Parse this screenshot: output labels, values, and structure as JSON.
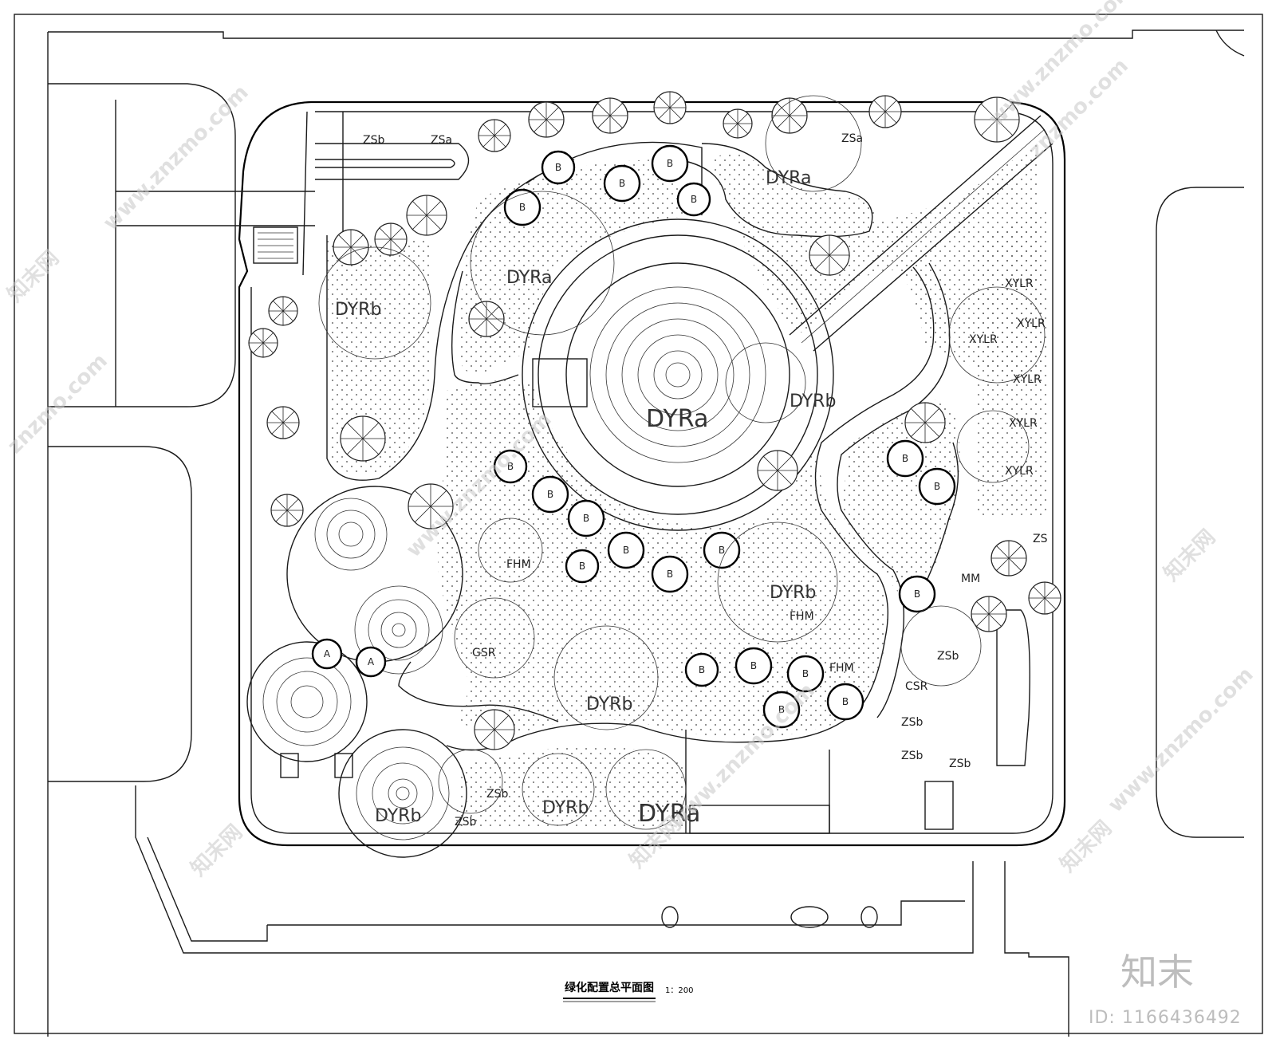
{
  "drawing": {
    "title": "绿化配置总平面图",
    "scale": "1：200"
  },
  "zone_labels": [
    "DYRa",
    "DYRb",
    "FHM",
    "GSR",
    "ZSa",
    "ZSb",
    "XYLR",
    "MM",
    "ZS",
    "CSR"
  ],
  "tree_labels": [
    "B",
    "A"
  ],
  "watermark": {
    "site": "znzmo.com",
    "site_full": "www.znzmo.com",
    "brand": "知末网",
    "brand_mark": "知末",
    "image_id": "ID: 1166436492"
  }
}
